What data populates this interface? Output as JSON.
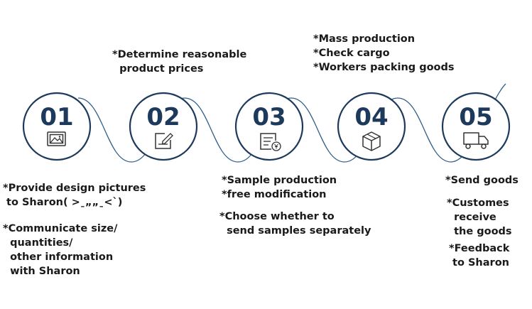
{
  "colors": {
    "circle_stroke": "#1d3a5c",
    "wave_stroke": "#2f5f8a",
    "number_text": "#1d3a5c",
    "icon_stroke": "#333333",
    "note_text": "#1a1a1a"
  },
  "steps": [
    {
      "number": "01",
      "icon": "picture-icon"
    },
    {
      "number": "02",
      "icon": "edit-note-icon"
    },
    {
      "number": "03",
      "icon": "price-document-icon"
    },
    {
      "number": "04",
      "icon": "box-package-icon"
    },
    {
      "number": "05",
      "icon": "delivery-truck-icon"
    }
  ],
  "notes": {
    "step1_a": "*Provide design pictures\n to Sharon( >ˍ„„ˍ<`)",
    "step1_b": "*Communicate size/\n  quantities/\n  other information\n  with Sharon",
    "step2_a": "*Determine reasonable\n  product prices",
    "step3_a": "*Sample production\n*free modification",
    "step3_b": "*Choose whether to\n  send samples separately",
    "step4_a": "*Mass production\n*Check cargo\n*Workers packing goods",
    "step5_a": "*Send goods",
    "step5_b": "*Customes\n  receive\n  the goods",
    "step5_c": "*Feedback\n to Sharon"
  }
}
